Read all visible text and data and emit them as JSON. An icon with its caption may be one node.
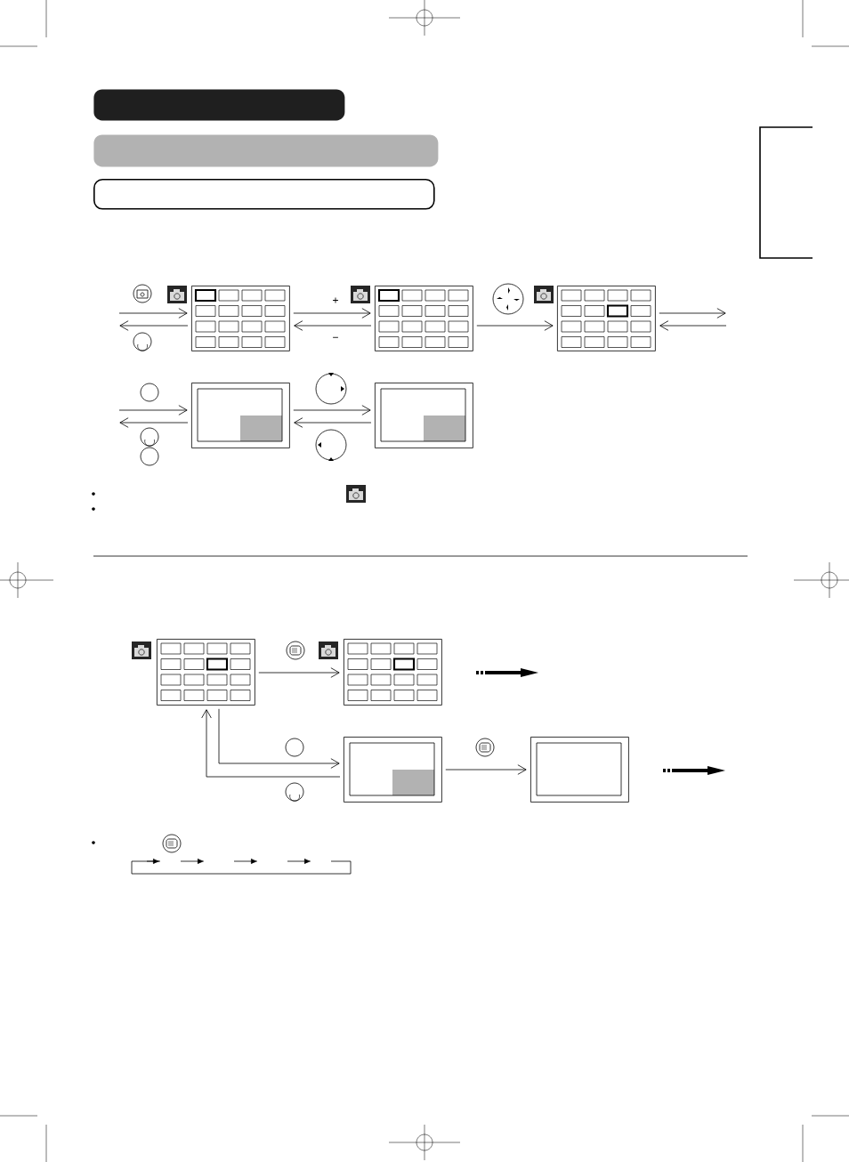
{
  "diagram": {
    "nodes": [
      {
        "text": [],
        "shape": "bar"
      },
      {
        "text": [],
        "shape": "bar"
      },
      {
        "text": [],
        "shape": "bar"
      },
      {
        "text": [],
        "shape": "box"
      },
      {
        "text": [],
        "shape": "box"
      },
      {
        "text": [],
        "shape": "box"
      },
      {
        "text": [],
        "shape": "box"
      },
      {
        "text": [],
        "shape": "box"
      },
      {
        "text": [],
        "shape": "box"
      },
      {
        "text": [],
        "shape": "box"
      },
      {
        "text": [],
        "shape": "box"
      },
      {
        "text": [],
        "shape": "box"
      }
    ],
    "edges": [
      {
        "from": null,
        "to": 3,
        "arrow": "to"
      },
      {
        "from": 3,
        "to": null,
        "arrow": "to"
      },
      {
        "from": 3,
        "to": 4,
        "arrow": "to"
      },
      {
        "from": 4,
        "to": 3,
        "arrow": "to"
      },
      {
        "from": 4,
        "to": 5,
        "arrow": "to"
      },
      {
        "from": 5,
        "to": null,
        "arrow": "to"
      },
      {
        "from": null,
        "to": 5,
        "arrow": "to"
      },
      {
        "from": null,
        "to": 6,
        "arrow": "to"
      },
      {
        "from": 6,
        "to": null,
        "arrow": "to"
      },
      {
        "from": 6,
        "to": 7,
        "arrow": "to"
      },
      {
        "from": 7,
        "to": 6,
        "arrow": "to"
      },
      {
        "from": 8,
        "to": 9,
        "arrow": "to"
      },
      {
        "from": 8,
        "to": 10,
        "arrow": "to"
      },
      {
        "from": 10,
        "to": 8,
        "arrow": "to"
      },
      {
        "from": 10,
        "to": 11,
        "arrow": "to"
      }
    ],
    "labels": [
      "+",
      "−"
    ]
  }
}
